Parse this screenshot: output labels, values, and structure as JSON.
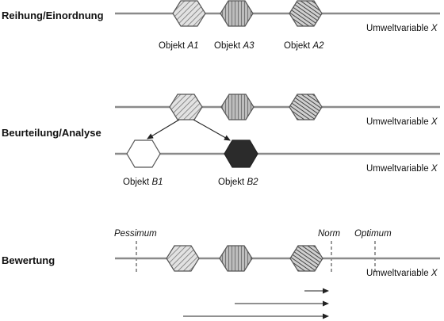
{
  "sections": {
    "ranking": "Reihung/Einordnung",
    "assessment": "Beurteilung/Analyse",
    "evaluation": "Bewertung"
  },
  "axis_label": {
    "prefix": "Umweltvariable ",
    "variable": "X"
  },
  "objects": {
    "a1": {
      "prefix": "Objekt ",
      "id": "A1"
    },
    "a3": {
      "prefix": "Objekt ",
      "id": "A3"
    },
    "a2": {
      "prefix": "Objekt ",
      "id": "A2"
    },
    "b1": {
      "prefix": "Objekt ",
      "id": "B1"
    },
    "b2": {
      "prefix": "Objekt ",
      "id": "B2"
    }
  },
  "markers": {
    "pessimum": "Pessimum",
    "norm": "Norm",
    "optimum": "Optimum"
  },
  "colors": {
    "line": "#8a8a8a",
    "hex_fill": "#cfcfcf",
    "hex_stroke": "#4a4a4a",
    "b2_fill": "#2b2b2b"
  }
}
